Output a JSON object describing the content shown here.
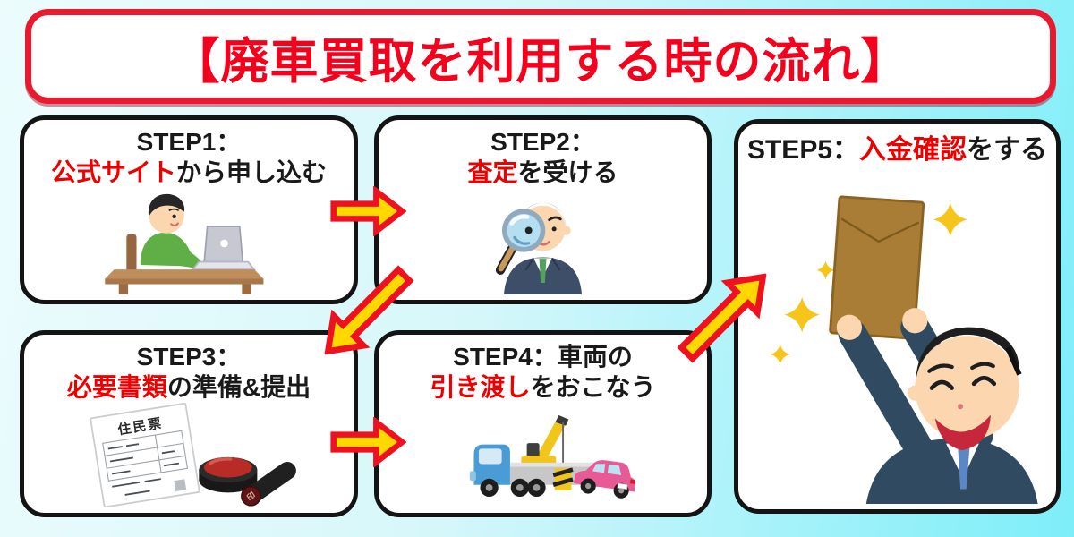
{
  "colors": {
    "background_left": "#ecfcfd",
    "background_right": "#7deef9",
    "header_border_red": "#e9192f",
    "title_red": "#f3021e",
    "accent_red": "#ee0000",
    "text_black": "#191919",
    "box_border": "#141414",
    "arrow_fill": "#ffd800",
    "arrow_stroke": "#ee1220"
  },
  "header": {
    "title": "【廃車買取を利用する時の流れ】"
  },
  "steps": [
    {
      "label": "STEP1：",
      "highlight": "公式サイト",
      "rest": "から申し込む",
      "illustration": "man-applying-on-laptop"
    },
    {
      "label": "STEP2：",
      "highlight": "査定",
      "rest": "を受ける",
      "illustration": "appraiser-with-magnifying-glass"
    },
    {
      "label": "STEP3：",
      "highlight": "必要書類",
      "rest": "の準備&提出",
      "illustration": "residence-certificate-inkpad-and-seal"
    },
    {
      "label": "STEP4：車両の",
      "highlight": "引き渡し",
      "rest": "をおこなう",
      "illustration": "tow-truck-towing-pink-car"
    },
    {
      "label": "STEP5：",
      "highlight": "入金確認",
      "rest": "をする",
      "illustration": "happy-man-holding-money-envelope"
    }
  ],
  "illustration_texts": {
    "document_title": "住民票",
    "stamp_character": "印"
  },
  "arrows": [
    {
      "from": "step1",
      "to": "step2",
      "direction": "right"
    },
    {
      "from": "step2",
      "to": "step3",
      "direction": "down-left"
    },
    {
      "from": "step3",
      "to": "step4",
      "direction": "right"
    },
    {
      "from": "step4",
      "to": "step5",
      "direction": "up-right"
    }
  ]
}
